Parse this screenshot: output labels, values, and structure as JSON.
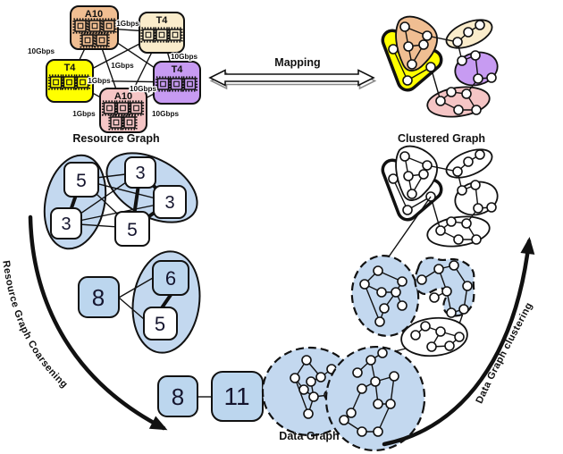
{
  "labels": {
    "resource_graph": "Resource Graph",
    "clustered_graph": "Clustered Graph",
    "data_graph": "Data Graph",
    "mapping": "Mapping",
    "coarsening_arrow": "Resource Graph Coarsening",
    "clustering_arrow": "Data Graph clustering"
  },
  "resource_graph": {
    "nodes": [
      {
        "label": "A10",
        "gpus": 5,
        "color": "#F0BE92"
      },
      {
        "label": "T4",
        "gpus": 3,
        "color": "#FAECCB"
      },
      {
        "label": "T4",
        "gpus": 3,
        "color": "#FFFF00"
      },
      {
        "label": "T4",
        "gpus": 3,
        "color": "#C79BF2"
      },
      {
        "label": "A10",
        "gpus": 5,
        "color": "#F5C5C5"
      }
    ],
    "edge_labels": [
      "1Gbps",
      "10Gbps",
      "10Gbps",
      "1Gbps",
      "1Gbps",
      "10Gbps",
      "1Gbps",
      "10Gbps"
    ]
  },
  "coarsening_levels": {
    "level2": [
      "5",
      "3",
      "3",
      "3",
      "5"
    ],
    "level3": [
      "8",
      "6",
      "5"
    ],
    "level4": [
      "8",
      "11"
    ]
  },
  "colors": {
    "box_blue": "#BCD6EE",
    "blob_blue": "#C3D8EF",
    "tan": "#F0BE92",
    "cream": "#FAECCB",
    "yellow": "#FFFF00",
    "purple": "#C79BF2",
    "pink": "#F5C5C5"
  }
}
